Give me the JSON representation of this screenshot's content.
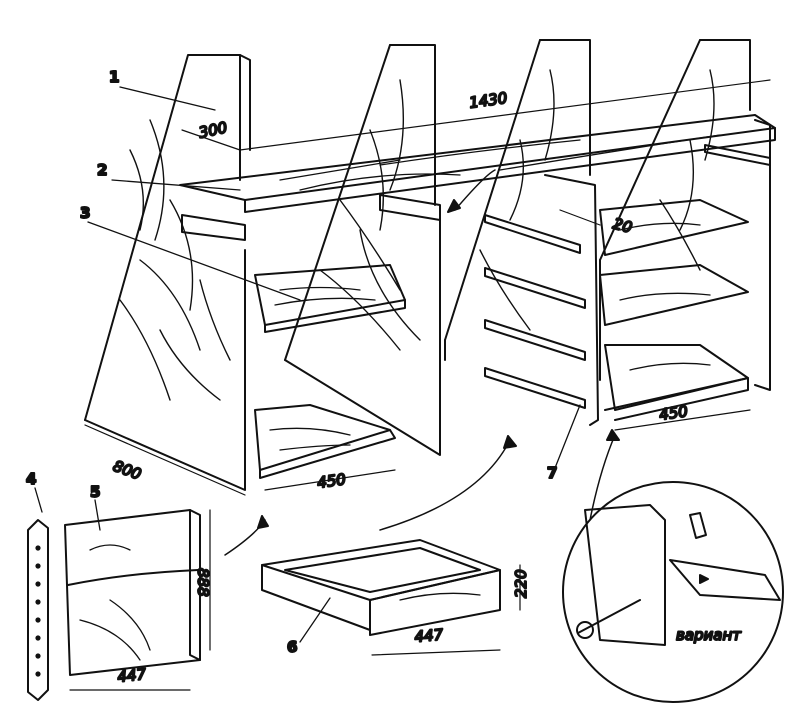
{
  "callouts": {
    "c1": "1",
    "c2": "2",
    "c3": "3",
    "c4": "4",
    "c5": "5",
    "c6": "6",
    "c7": "7"
  },
  "dimensions": {
    "d1430": "1430",
    "d300": "300",
    "d20": "20",
    "d800": "800",
    "d450_left": "450",
    "d450_right": "450",
    "d888": "888",
    "d447_panel": "447",
    "d447_drawer": "447",
    "d220": "220"
  },
  "notes": {
    "variant": "вариант"
  }
}
